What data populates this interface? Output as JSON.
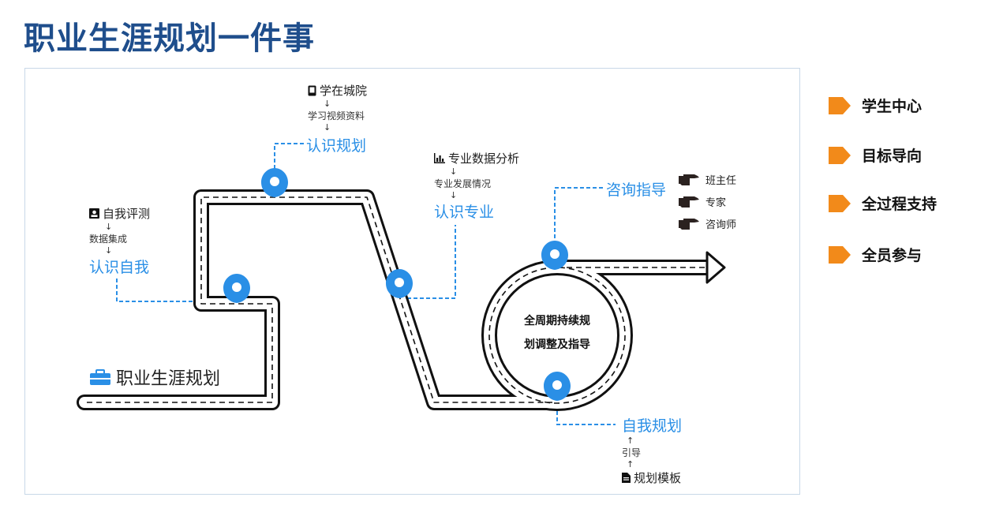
{
  "page": {
    "title": "职业生涯规划一件事"
  },
  "start": {
    "label": "职业生涯规划"
  },
  "center": {
    "line1": "全周期持续规",
    "line2": "划调整及指导"
  },
  "stage1": {
    "title": "自我评测",
    "sub": "数据集成",
    "label": "认识自我",
    "arrow": "↓"
  },
  "stage2": {
    "title": "学在城院",
    "sub": "学习视频资料",
    "label": "认识规划",
    "arrow": "↓"
  },
  "stage3": {
    "title": "专业数据分析",
    "sub": "专业发展情况",
    "label": "认识专业",
    "arrow": "↓"
  },
  "stage4": {
    "label": "咨询指导",
    "roles": [
      "班主任",
      "专家",
      "咨询师"
    ]
  },
  "stage5": {
    "label": "自我规划",
    "sub": "引导",
    "title": "规划模板",
    "arrow": "↑"
  },
  "legend": [
    "学生中心",
    "目标导向",
    "全过程支持",
    "全员参与"
  ],
  "colors": {
    "title": "#1f4e8c",
    "accent": "#2a8fe6",
    "legend_tag": "#f28a1a",
    "road": "#111111"
  },
  "icons": {
    "stage1": "id-card-icon",
    "stage2": "phone-icon",
    "stage3": "bar-chart-icon",
    "stage5": "document-icon",
    "start": "briefcase-icon",
    "roles": "pointing-hand-icon",
    "pins": "map-pin-icon",
    "legend": "pentagon-tag-icon"
  }
}
